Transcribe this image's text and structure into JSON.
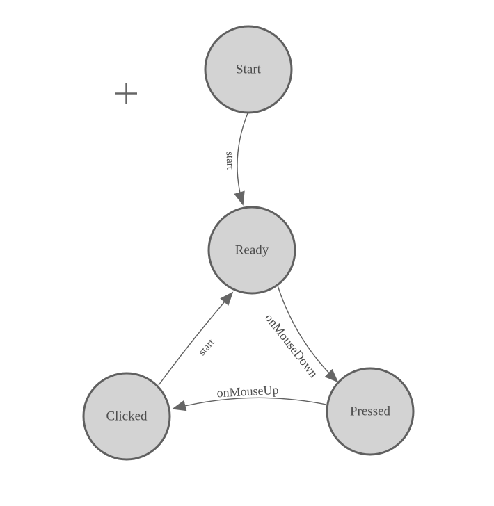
{
  "diagram": {
    "type": "state-machine",
    "background": "#ffffff",
    "nodes": [
      {
        "id": "start",
        "label": "Start"
      },
      {
        "id": "ready",
        "label": "Ready"
      },
      {
        "id": "clicked",
        "label": "Clicked"
      },
      {
        "id": "pressed",
        "label": "Pressed"
      }
    ],
    "edges": [
      {
        "from": "start",
        "to": "ready",
        "label": "start"
      },
      {
        "from": "clicked",
        "to": "ready",
        "label": "start"
      },
      {
        "from": "ready",
        "to": "pressed",
        "label": "onMouseDown"
      },
      {
        "from": "pressed",
        "to": "clicked",
        "label": "onMouseUp"
      }
    ],
    "colors": {
      "node_fill": "#d3d3d3",
      "node_stroke": "#606060",
      "edge_stroke": "#606060",
      "arrow_fill": "#666666",
      "label_text": "#4d4d4d",
      "background": "#ffffff"
    },
    "icons": {
      "crosshair": "+"
    }
  }
}
